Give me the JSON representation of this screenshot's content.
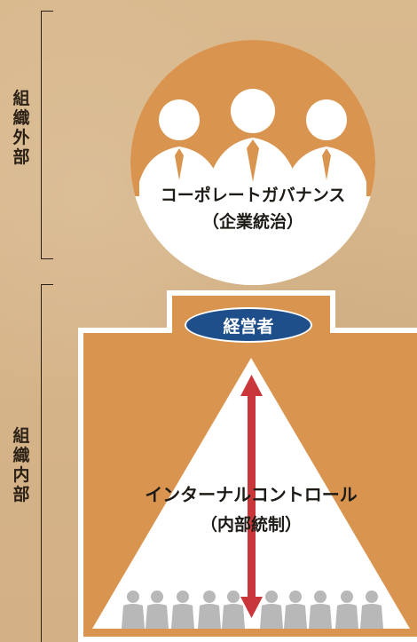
{
  "side_labels": {
    "outside": "組織外部",
    "inside": "組織内部"
  },
  "governance": {
    "title": "コーポレートガバナンス",
    "subtitle": "（企業統治）"
  },
  "ceo": {
    "label": "経営者"
  },
  "internal_control": {
    "title": "インターナルコントロール",
    "subtitle": "（内部統制）"
  },
  "colors": {
    "orange": "#d9954f",
    "red": "#c9373a",
    "blue": "#1f4f8b",
    "white": "#ffffff"
  }
}
